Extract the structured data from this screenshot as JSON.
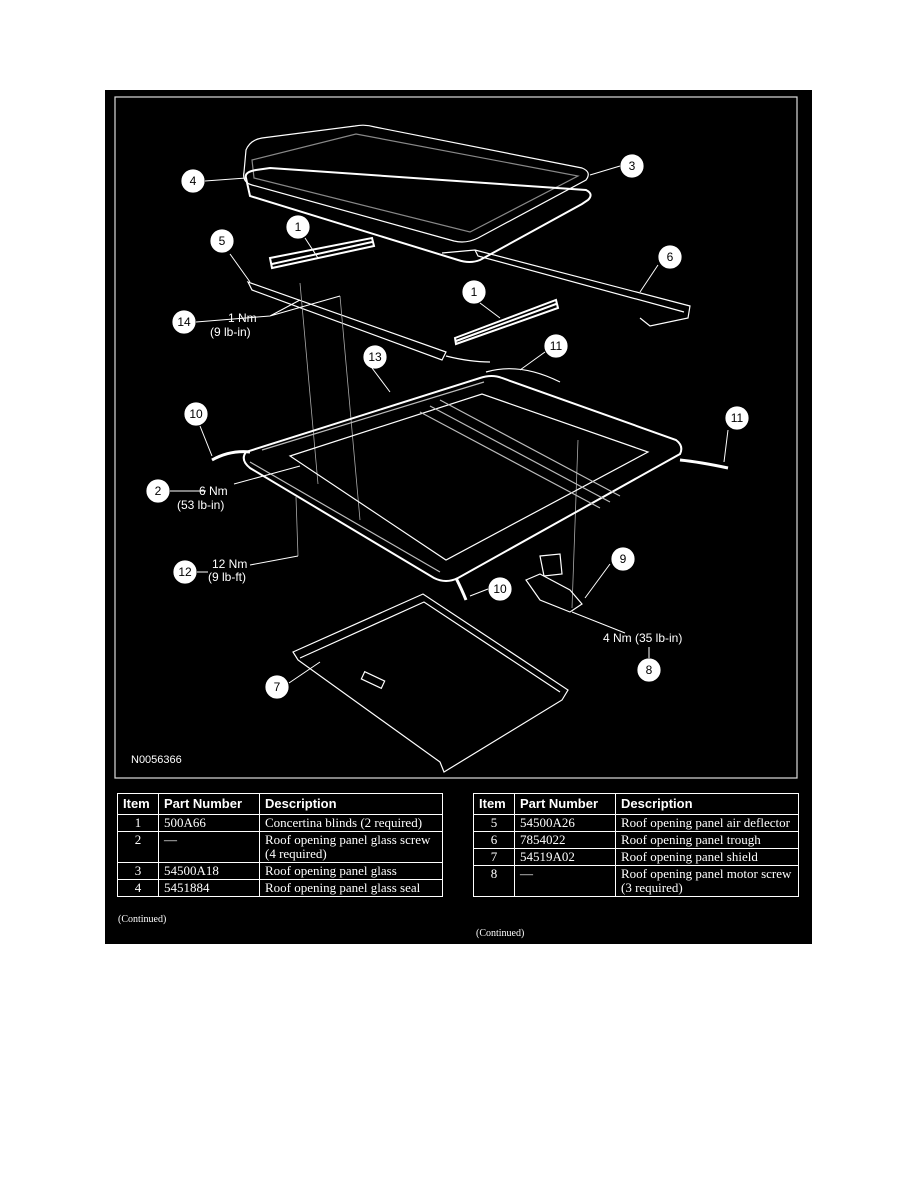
{
  "diagram": {
    "id": "N0056366",
    "callouts": {
      "c3": "3",
      "c4": "4",
      "c1a": "1",
      "c1b": "1",
      "c5": "5",
      "c6": "6",
      "c14": "14",
      "c13": "13",
      "c11a": "11",
      "c11b": "11",
      "c10a": "10",
      "c10b": "10",
      "c2": "2",
      "c12": "12",
      "c9": "9",
      "c8": "8",
      "c7": "7"
    },
    "torques": {
      "t14_nm": "1 Nm",
      "t14_lb": "(9 lb-in)",
      "t2_nm": "6 Nm",
      "t2_lb": "(53 lb-in)",
      "t12_nm": "12 Nm",
      "t12_lb": "(9 lb-ft)",
      "t8": "4 Nm (35 lb-in)"
    }
  },
  "tables": {
    "headers": [
      "Item",
      "Part Number",
      "Description"
    ],
    "left": [
      {
        "item": "1",
        "part": "500A66",
        "desc": "Concertina blinds (2 required)"
      },
      {
        "item": "2",
        "part": "—",
        "desc": "Roof opening panel glass screw (4 required)"
      },
      {
        "item": "3",
        "part": "54500A18",
        "desc": "Roof opening panel glass"
      },
      {
        "item": "4",
        "part": "5451884",
        "desc": "Roof opening panel glass seal"
      }
    ],
    "right": [
      {
        "item": "5",
        "part": "54500A26",
        "desc": "Roof opening panel air deflector"
      },
      {
        "item": "6",
        "part": "7854022",
        "desc": "Roof opening panel trough"
      },
      {
        "item": "7",
        "part": "54519A02",
        "desc": "Roof opening panel shield"
      },
      {
        "item": "8",
        "part": "—",
        "desc": "Roof opening panel motor screw (3 required)"
      }
    ],
    "continued": "(Continued)"
  }
}
